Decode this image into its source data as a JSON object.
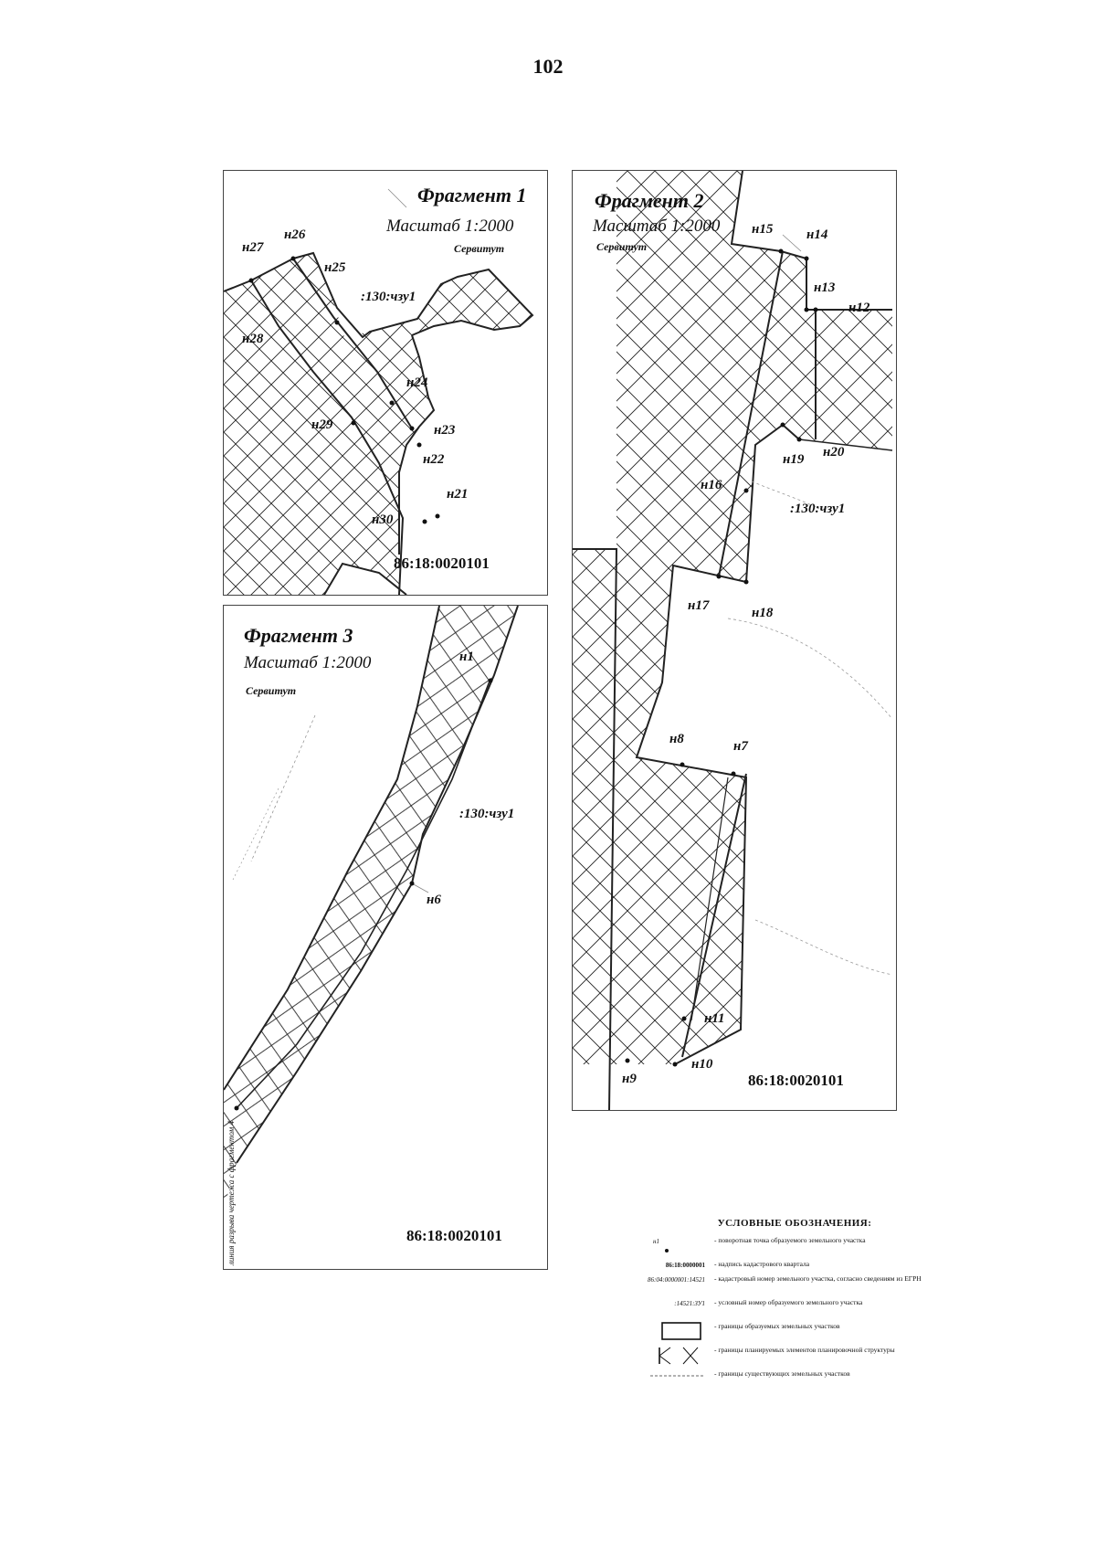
{
  "page": {
    "number": "102"
  },
  "fragment1": {
    "title": "Фрагмент 1",
    "scale": "Масштаб 1:2000",
    "servitut": "Сервитут",
    "parcel_label": ":130:чзу1",
    "block_label": "86:18:0020101",
    "points": [
      "н27",
      "н26",
      "н25",
      "н28",
      "н24",
      "н29",
      "н23",
      "н22",
      "н21",
      "н30"
    ]
  },
  "fragment2": {
    "title": "Фрагмент 2",
    "scale": "Масштаб 1:2000",
    "servitut": "Сервитут",
    "parcel_label": ":130:чзу1",
    "block_label": "86:18:0020101",
    "points": [
      "н15",
      "н14",
      "н13",
      "н12",
      "н19",
      "н20",
      "н16",
      "н17",
      "н18",
      "н8",
      "н7",
      "н11",
      "н10",
      "н9"
    ]
  },
  "fragment3": {
    "title": "Фрагмент 3",
    "scale": "Масштаб 1:2000",
    "servitut": "Сервитут",
    "parcel_label": ":130:чзу1",
    "block_label": "86:18:0020101",
    "points": [
      "н1",
      "н6"
    ],
    "side_note": "линия разрыва чертежа с фрагментом 4"
  },
  "legend": {
    "title": "УСЛОВНЫЕ ОБОЗНАЧЕНИЯ:",
    "items": [
      {
        "symbol": "н1",
        "text": "- поворотная точка образуемого земельного участка"
      },
      {
        "symbol": "86:18:0000001",
        "text": "- надпись кадастрового квартала"
      },
      {
        "symbol": "86:04:0000001:14521",
        "text": "- кадастровый номер земельного участка, согласно сведениям из ЕГРН"
      },
      {
        "symbol": ":14521:ЗУ1",
        "text": "- условный номер образуемого земельного участка"
      },
      {
        "symbol": "",
        "text": "- границы образуемых земельных участков"
      },
      {
        "symbol": "",
        "text": "- границы планируемых элементов планировочной структуры"
      },
      {
        "symbol": "",
        "text": "- границы существующих земельных участков"
      }
    ]
  }
}
